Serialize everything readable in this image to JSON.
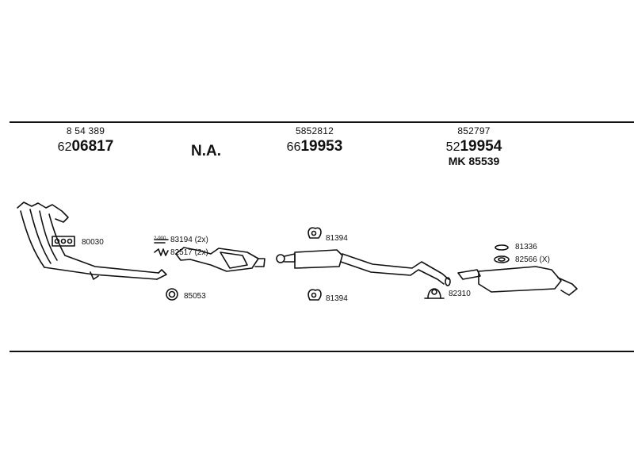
{
  "headers": [
    {
      "ref": "8 54 389",
      "prefix": "62",
      "part": "06817"
    },
    {
      "text": "N.A."
    },
    {
      "ref": "5852812",
      "prefix": "66",
      "part": "19953"
    },
    {
      "ref": "852797",
      "prefix": "52",
      "part": "19954",
      "mk": "MK  85539"
    }
  ],
  "labels": {
    "gasket_manifold": "80030",
    "bolts": "83194 (2x)",
    "springs": "82517 (2x)",
    "ring_gasket": "85053",
    "hanger_top": "81394",
    "hanger_bottom": "81394",
    "clamp": "82310",
    "rubber_mount": "81336",
    "ring_x": "82566 (X)",
    "tiny_ref": "2-900"
  }
}
